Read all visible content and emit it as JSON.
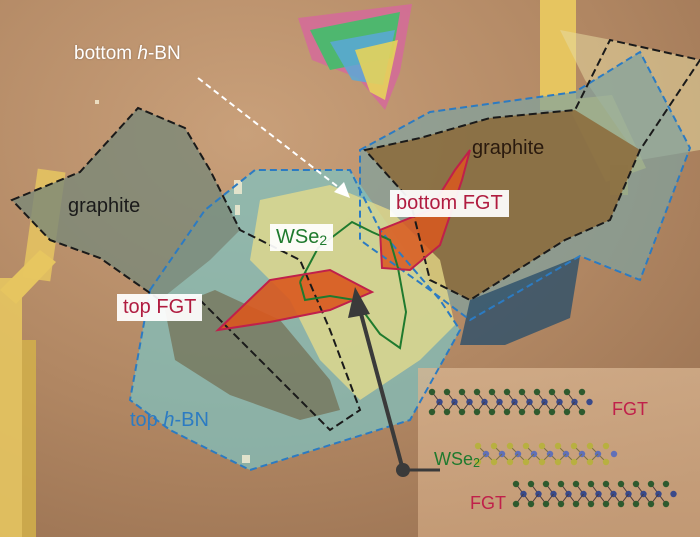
{
  "labels": {
    "bottom_hbn_prefix": "bottom ",
    "bottom_hbn_italic": "h",
    "bottom_hbn_suffix": "-BN",
    "graphite_left": "graphite",
    "graphite_right": "graphite",
    "bottom_fgt": "bottom FGT",
    "wse2_base": "WSe",
    "wse2_sub": "2",
    "top_fgt": "top FGT",
    "top_hbn_prefix": "top ",
    "top_hbn_italic": "h",
    "top_hbn_suffix": "-BN"
  },
  "schematic": {
    "fgt_top": "FGT",
    "wse2_base": "WSe",
    "wse2_sub": "2",
    "fgt_bottom": "FGT"
  },
  "colors": {
    "substrate": "#b8906a",
    "top_hbn_outline": "#2c7bc2",
    "bottom_hbn_outline": "#2c7bc2",
    "graphite_outline": "#1a1a1a",
    "wse2_outline": "#1f7a2e",
    "fgt_outline": "#c0204a",
    "fgt_label": "#b01c40",
    "wse2_label": "#1f7a2e",
    "hbn_label": "#2c7bc2"
  }
}
